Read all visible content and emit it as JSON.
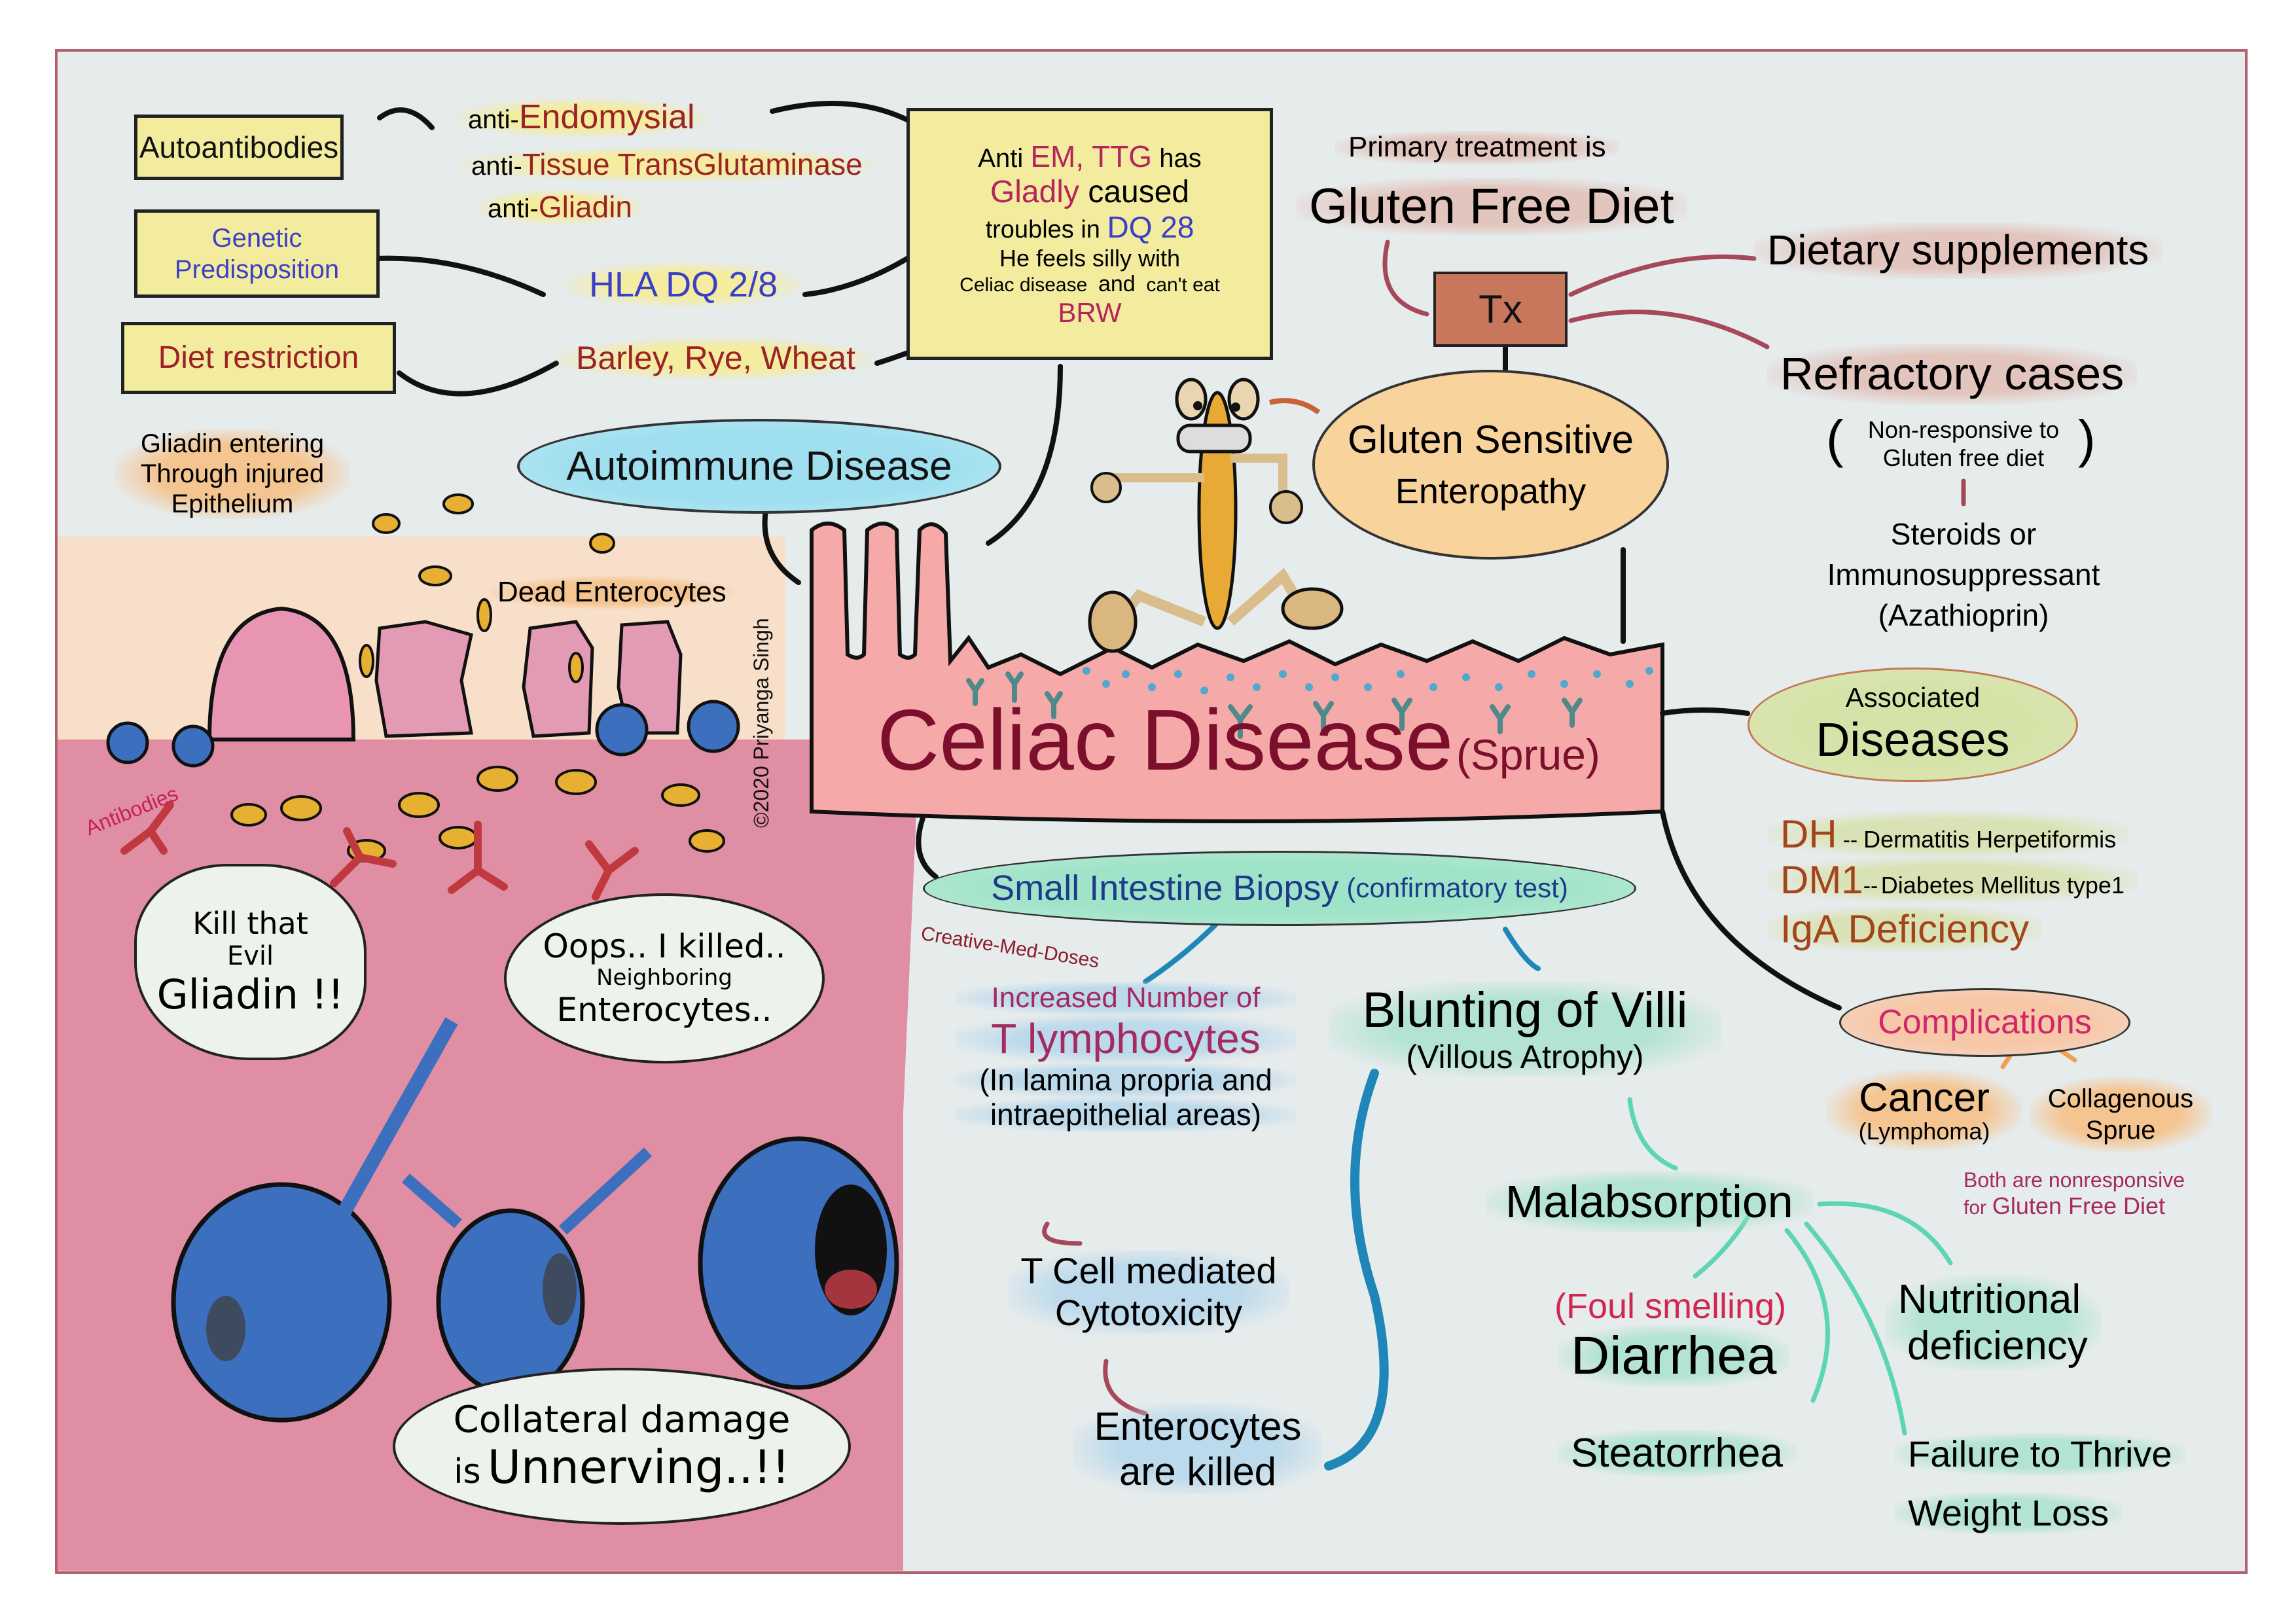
{
  "title": {
    "main": "Celiac Disease",
    "sub": "(Sprue)"
  },
  "credits": {
    "copyright": "©2020 Priyanga Singh",
    "brand": "Creative-Med-Doses"
  },
  "risk_factors": [
    {
      "label": "Autoantibodies"
    },
    {
      "label": "Genetic Predisposition"
    },
    {
      "label": "Diet restriction"
    }
  ],
  "autoantibodies": [
    {
      "prefix": "anti-",
      "name": "Endomysial"
    },
    {
      "prefix": "anti-",
      "name": "Tissue TransGlutaminase"
    },
    {
      "prefix": "anti-",
      "name": "Gliadin"
    }
  ],
  "hla": "HLA DQ 2/8",
  "grains": "Barley, Rye, Wheat",
  "mnemonic": {
    "line1_a": "Anti",
    "line1_b": "EM, TTG",
    "line1_c": "has",
    "line2_a": "Gladly",
    "line2_b": "caused",
    "line3_a": "troubles in",
    "line3_b": "DQ 28",
    "line4": "He feels silly with",
    "line5_a": "Celiac disease",
    "line5_b": "and",
    "line5_c": "can't eat",
    "line6": "BRW"
  },
  "autoimmune": "Autoimmune Disease",
  "gse": {
    "line1": "Gluten Sensitive",
    "line2": "Enteropathy"
  },
  "treatment": {
    "tx_label": "Tx",
    "primary_intro": "Primary treatment is",
    "primary": "Gluten Free Diet",
    "supplements": "Dietary supplements",
    "refractory": "Refractory cases",
    "refractory_note_1": "Non-responsive to",
    "refractory_note_2": "Gluten free diet",
    "refractory_tx_1": "Steroids or",
    "refractory_tx_2": "Immunosuppressant",
    "refractory_tx_3": "(Azathioprin)"
  },
  "associated": {
    "label_small": "Associated",
    "label_big": "Diseases",
    "items": [
      {
        "abbr": "DH",
        "sep": "--",
        "full": "Dermatitis Herpetiformis"
      },
      {
        "abbr": "DM1",
        "sep": "--",
        "full": "Diabetes Mellitus type1"
      },
      {
        "abbr": "IgA Deficiency",
        "sep": "",
        "full": ""
      }
    ]
  },
  "complications": {
    "label": "Complications",
    "cancer": "Cancer",
    "cancer_sub": "(Lymphoma)",
    "collagenous_1": "Collagenous",
    "collagenous_2": "Sprue",
    "note_1": "Both are nonresponsive",
    "note_2a": "for",
    "note_2b": "Gluten Free Diet"
  },
  "biopsy": {
    "label": "Small Intestine Biopsy",
    "sub": "(confirmatory test)"
  },
  "tcells": {
    "line1": "Increased Number of",
    "line2": "T lymphocytes",
    "line3": "(In lamina propria and",
    "line4": "intraepithelial areas)",
    "cyto1": "T Cell mediated",
    "cyto2": "Cytotoxicity",
    "killed1": "Enterocytes",
    "killed2": "are killed"
  },
  "villi": {
    "line1": "Blunting of Villi",
    "line2": "(Villous Atrophy)"
  },
  "malabsorption": {
    "label": "Malabsorption",
    "foul": "(Foul smelling)",
    "diarrhea": "Diarrhea",
    "steatorrhea": "Steatorrhea",
    "nutri1": "Nutritional",
    "nutri2": "deficiency",
    "ftt": "Failure to Thrive",
    "weight": "Weight Loss"
  },
  "cartoon": {
    "gliadin_label_1": "Gliadin entering",
    "gliadin_label_2": "Through injured",
    "gliadin_label_3": "Epithelium",
    "dead_enterocytes": "Dead Enterocytes",
    "antibodies": "Antibodies",
    "bubble1_1": "Kill that",
    "bubble1_2": "Evil",
    "bubble1_3": "Gliadin !!",
    "bubble2_1": "Oops.. I killed..",
    "bubble2_2": "Neighboring",
    "bubble2_3": "Enterocytes..",
    "bubble3_1": "Collateral damage",
    "bubble3_2a": "is",
    "bubble3_2b": "Unnerving..!!"
  },
  "colors": {
    "frame": "#b5606f",
    "background": "#e6ebec",
    "mucosa": "#f5a9a9",
    "lamina": "#de8ea3",
    "tcell_blue": "#3d6fbf",
    "gliadin_gold": "#e8b033",
    "tx_box": "#c8775c"
  }
}
